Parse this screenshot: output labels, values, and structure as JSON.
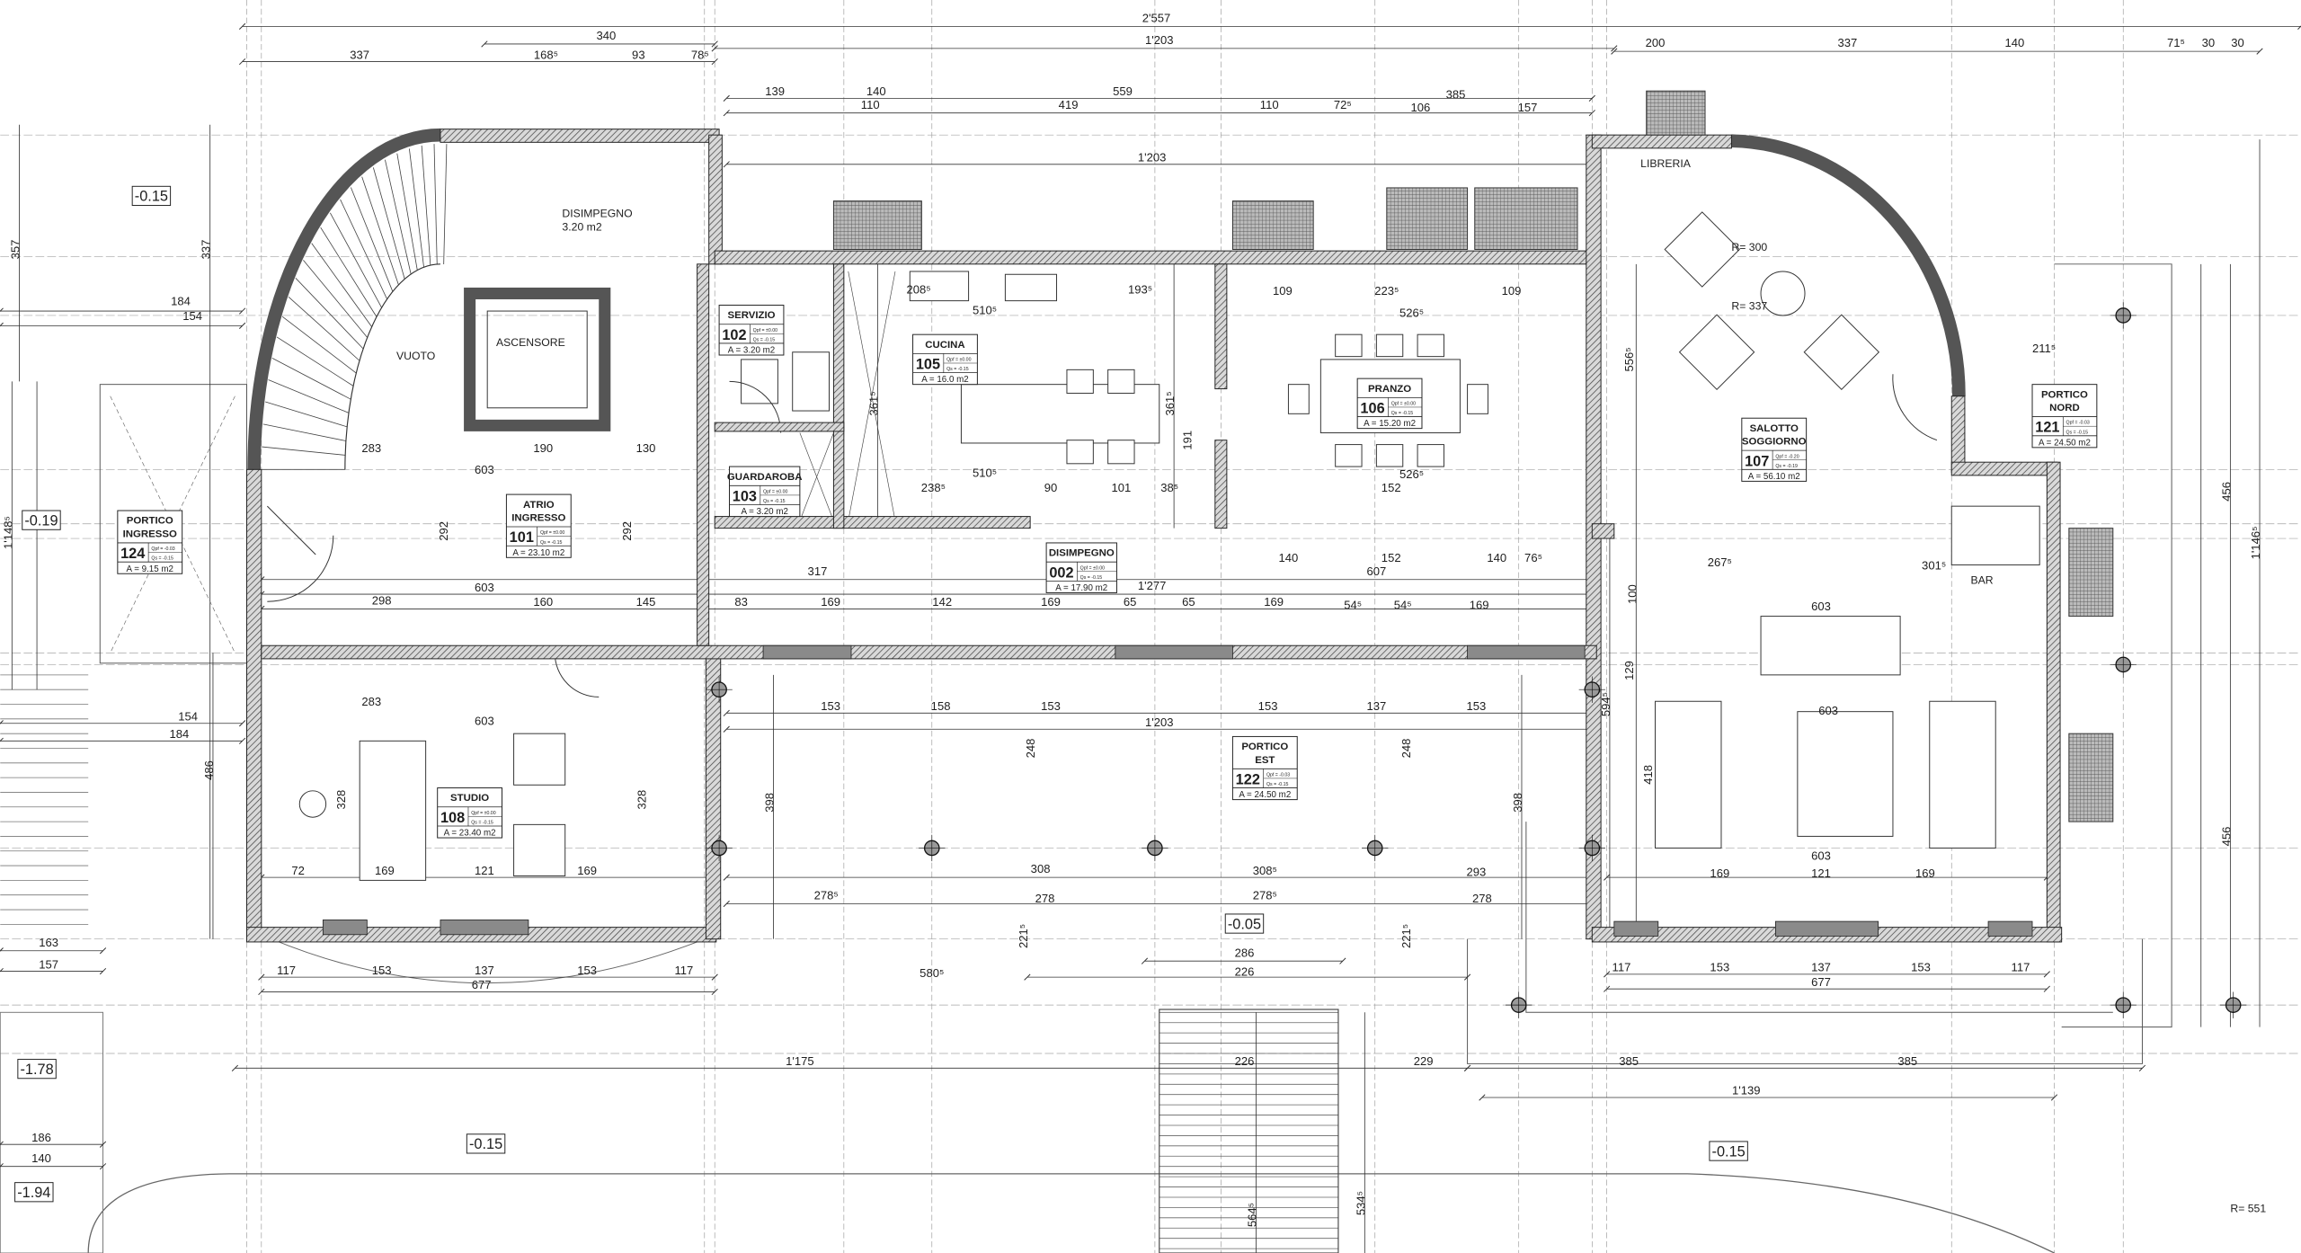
{
  "drawing": {
    "colors": {
      "line": "#1e1e1e",
      "wall_hatch": "#555555",
      "window": "#777777",
      "paper": "#ffffff"
    },
    "levels": [
      "-0.15",
      "-0.19",
      "-1.78",
      "-1.94",
      "-0.05",
      "-0.15",
      "-0.15"
    ],
    "labels": {
      "disimpegno": "DISIMPEGNO",
      "disimpegno_area": "3.20 m2",
      "ascensore": "ASCENSORE",
      "vuoto": "VUOTO",
      "bar": "BAR",
      "libreria": "LIBRERIA",
      "r300": "R= 300",
      "r337": "R= 337",
      "r551": "R= 551"
    },
    "rooms": [
      {
        "name": [
          "SERVIZIO"
        ],
        "number": "102",
        "qpf": "Qpf = ±0.00",
        "qs": "Qs = -0.15",
        "area": "A = 3.20 m2"
      },
      {
        "name": [
          "CUCINA"
        ],
        "number": "105",
        "qpf": "Qpf = ±0.00",
        "qs": "Qs = -0.15",
        "area": "A = 16.0 m2"
      },
      {
        "name": [
          "PRANZO"
        ],
        "number": "106",
        "qpf": "Qpf = ±0.00",
        "qs": "Qs = -0.15",
        "area": "A = 15.20 m2"
      },
      {
        "name": [
          "SALOTTO",
          "SOGGIORNO"
        ],
        "number": "107",
        "qpf": "Qpf = -0.20",
        "qs": "Qs = -0.19",
        "area": "A = 56.10 m2"
      },
      {
        "name": [
          "PORTICO",
          "NORD"
        ],
        "number": "121",
        "qpf": "Qpf = -0.03",
        "qs": "Qs = -0.15",
        "area": "A = 24.50 m2"
      },
      {
        "name": [
          "PORTICO",
          "INGRESSO"
        ],
        "number": "124",
        "qpf": "Qpf = -0.03",
        "qs": "Qs = -0.15",
        "area": "A = 9.15 m2"
      },
      {
        "name": [
          "ATRIO",
          "INGRESSO"
        ],
        "number": "101",
        "qpf": "Qpf = ±0.00",
        "qs": "Qs = -0.15",
        "area": "A = 23.10 m2"
      },
      {
        "name": [
          "GUARDAROBA"
        ],
        "number": "103",
        "qpf": "Qpf = ±0.00",
        "qs": "Qs = -0.15",
        "area": "A = 3.20 m2"
      },
      {
        "name": [
          "DISIMPEGNO"
        ],
        "number": "002",
        "qpf": "Qpf = ±0.00",
        "qs": "Qs = -0.15",
        "area": "A = 17.90 m2"
      },
      {
        "name": [
          "PORTICO",
          "EST"
        ],
        "number": "122",
        "qpf": "Qpf = -0.03",
        "qs": "Qs = -0.15",
        "area": "A = 24.50 m2"
      },
      {
        "name": [
          "STUDIO"
        ],
        "number": "108",
        "qpf": "Qpf = ±0.00",
        "qs": "Qs = -0.15",
        "area": "A = 23.40 m2"
      }
    ],
    "dimensions": [
      "2'557",
      "340",
      "1'203",
      "337",
      "168⁵",
      "93",
      "78⁵",
      "200",
      "337",
      "140",
      "71⁵",
      "30",
      "30",
      "139",
      "140",
      "559",
      "385",
      "110",
      "419",
      "110",
      "72⁵",
      "106",
      "157",
      "1'203",
      "184",
      "154",
      "298",
      "603",
      "283",
      "190",
      "130",
      "603",
      "160",
      "145",
      "83",
      "169",
      "142",
      "169",
      "65",
      "65",
      "169",
      "54⁵",
      "54⁵",
      "169",
      "317",
      "607",
      "1'277",
      "140",
      "152",
      "140",
      "76⁵",
      "267⁵",
      "301⁵",
      "603",
      "603",
      "603",
      "510⁵",
      "510⁵",
      "526⁵",
      "526⁵",
      "238⁵",
      "90",
      "101",
      "38⁵",
      "152",
      "193⁵",
      "223⁵",
      "109",
      "109",
      "208⁵",
      "153",
      "158",
      "153",
      "153",
      "137",
      "153",
      "1'203",
      "308",
      "278⁵",
      "278",
      "278⁵",
      "308⁵",
      "293",
      "278",
      "72",
      "169",
      "121",
      "169",
      "283",
      "603",
      "154",
      "184",
      "117",
      "153",
      "137",
      "153",
      "117",
      "677",
      "580⁵",
      "286",
      "226",
      "1'175",
      "229",
      "385",
      "385",
      "1'139",
      "226",
      "117",
      "153",
      "137",
      "153",
      "117",
      "677",
      "169",
      "121",
      "169",
      "163",
      "157",
      "186",
      "140",
      "211⁵",
      "456",
      "1'146⁵",
      "456",
      "337",
      "357",
      "292",
      "292",
      "328",
      "328",
      "361⁵",
      "361⁵",
      "191",
      "556⁵",
      "594⁵",
      "398",
      "398",
      "248",
      "248",
      "221⁵",
      "221⁵",
      "564⁵",
      "534⁵",
      "486",
      "1'148⁵",
      "100",
      "129",
      "418"
    ]
  }
}
